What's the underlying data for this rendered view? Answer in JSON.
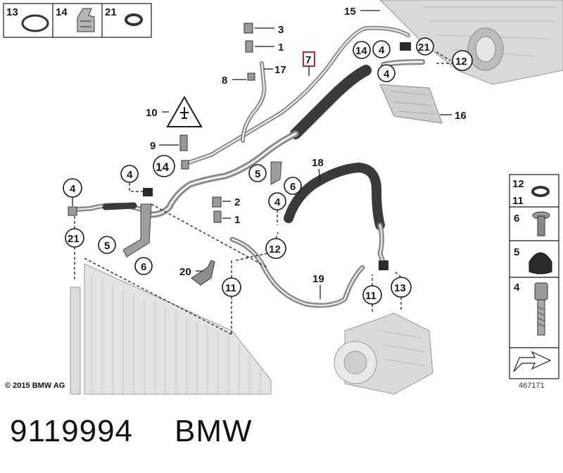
{
  "diagram": {
    "callouts": {
      "c1": "1",
      "c2": "2",
      "c3": "3",
      "c4": "4",
      "c5": "5",
      "c6": "6",
      "c7": "7",
      "c8": "8",
      "c9": "9",
      "c10": "10",
      "c11": "11",
      "c12": "12",
      "c13": "13",
      "c14": "14",
      "c15": "15",
      "c16": "16",
      "c17": "17",
      "c18": "18",
      "c19": "19",
      "c20": "20",
      "c21": "21"
    },
    "top_legend": [
      "13",
      "14",
      "21"
    ],
    "right_legend": [
      "12",
      "11",
      "6",
      "5",
      "4"
    ],
    "highlighted_callout": "7",
    "highlight_color": "#d0202a",
    "copyright": "© 2015 BMW AG",
    "reference_number": "467171"
  },
  "footer": {
    "part_number": "9119994",
    "brand": "BMW"
  }
}
